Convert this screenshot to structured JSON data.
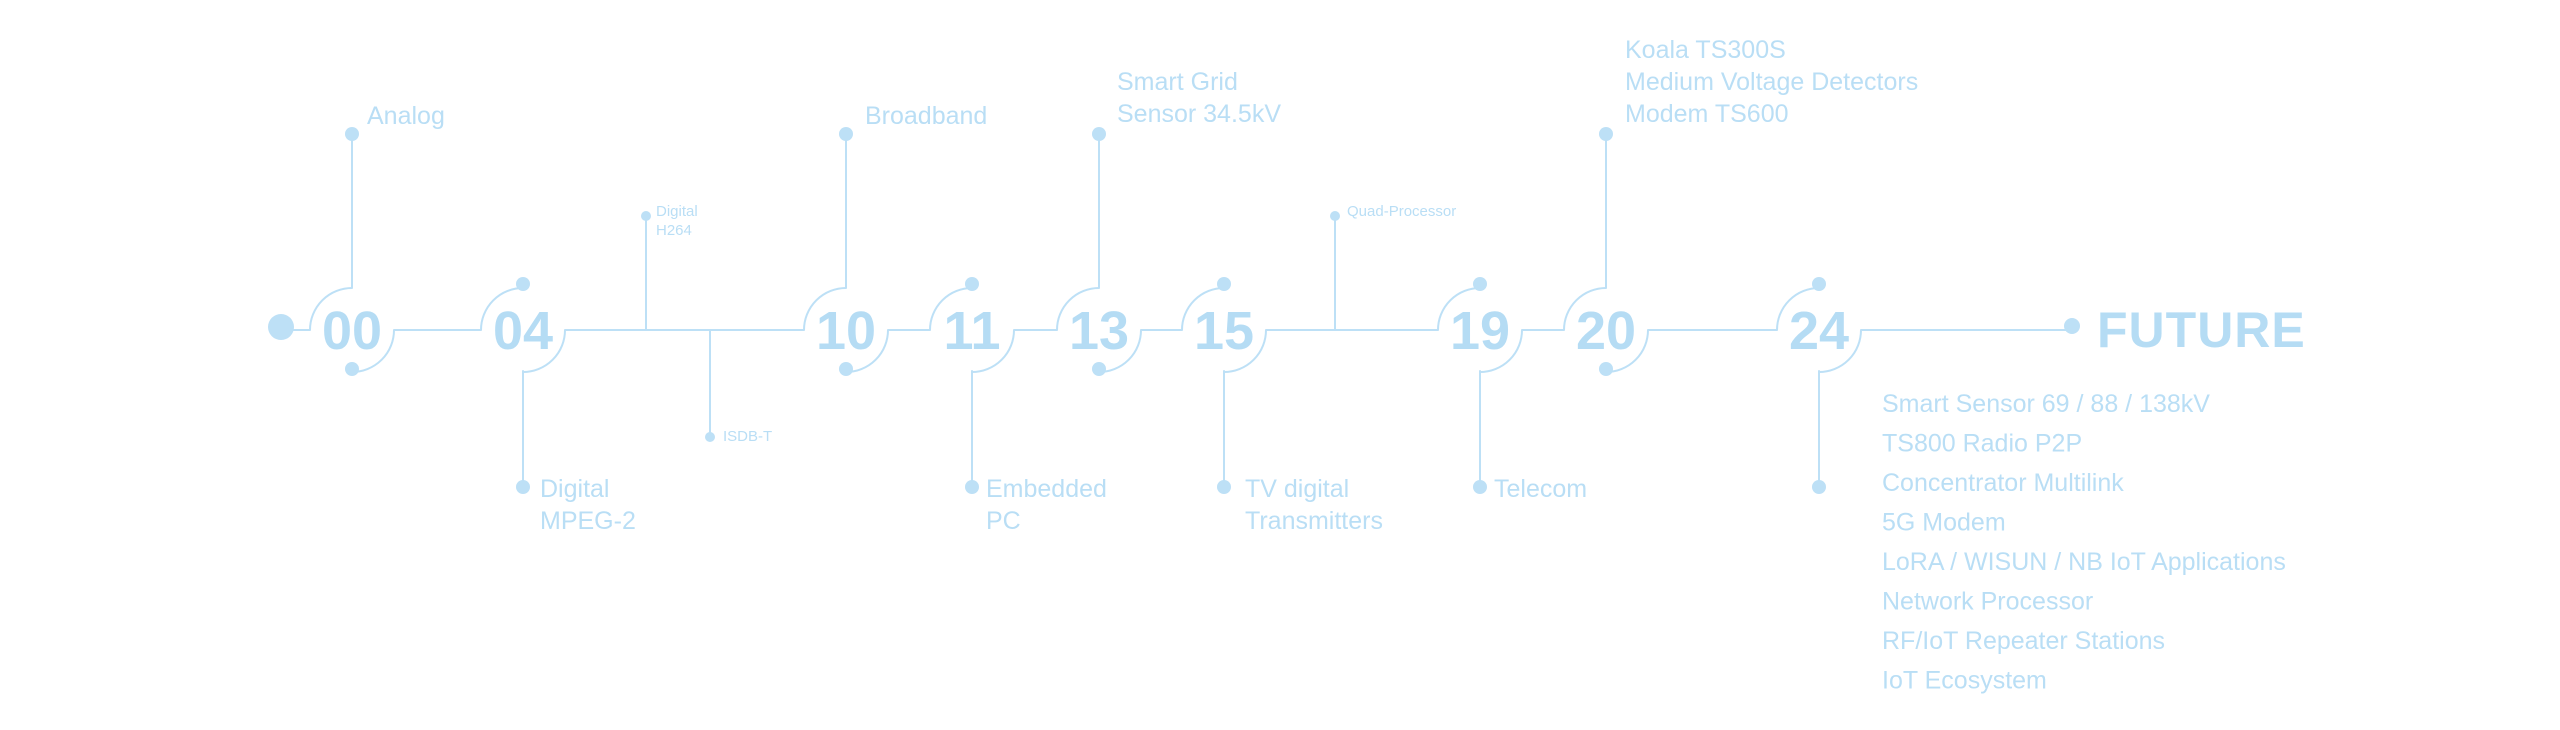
{
  "colors": {
    "line": "#bde0f6",
    "text": "#b9def5",
    "year": "#b5dcf4"
  },
  "timeline": {
    "years": [
      "00",
      "04",
      "10",
      "11",
      "13",
      "15",
      "19",
      "20",
      "24"
    ],
    "future_label": "FUTURE",
    "labels": {
      "analog": [
        "Analog"
      ],
      "digital_mpeg2": [
        "Digital",
        "MPEG-2"
      ],
      "digital_h264": [
        "Digital",
        "H264"
      ],
      "isdb_t": [
        "ISDB-T"
      ],
      "broadband": [
        "Broadband"
      ],
      "embedded_pc": [
        "Embedded",
        "PC"
      ],
      "smart_grid": [
        "Smart Grid",
        "Sensor 34.5kV"
      ],
      "tv_digital": [
        "TV digital",
        "Transmitters"
      ],
      "quad_processor": [
        "Quad-Processor"
      ],
      "telecom": [
        "Telecom"
      ],
      "koala": [
        "Koala TS300S",
        "Medium Voltage Detectors",
        "Modem TS600"
      ],
      "future_items": [
        "Smart Sensor 69 / 88 / 138kV",
        "TS800 Radio P2P",
        "Concentrator Multilink",
        "5G Modem",
        "LoRA / WISUN / NB IoT Applications",
        "Network Processor",
        "RF/IoT Repeater Stations",
        "IoT Ecosystem"
      ]
    }
  }
}
